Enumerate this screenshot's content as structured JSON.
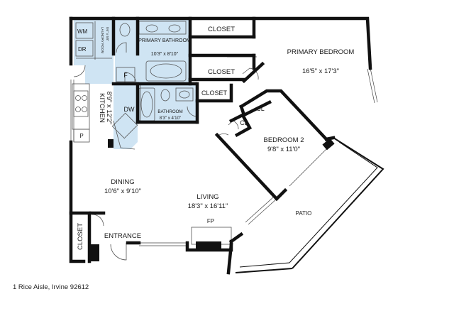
{
  "rooms": {
    "washer": "WM",
    "dryer": "DR",
    "laundry_name": "LAUNDRY ROOM",
    "laundry_dims": "5'6\" x 5'8\"",
    "primary_bath_name": "PRIMARY BATHROOM",
    "primary_bath_dims": "10'3\" x 8'10\"",
    "closet_top": "CLOSET",
    "closet_middle": "CLOSET",
    "closet_small": "CLOSET",
    "primary_bedroom_name": "PRIMARY BEDROOM",
    "primary_bedroom_dims": "16'5\" x 17'3\"",
    "freezer": "F",
    "kitchen_name": "KITCHEN",
    "kitchen_dims": "8'9\" x 12'2\"",
    "dishwasher": "DW",
    "bath_name": "BATHROOM",
    "bath_dims": "8'3\" x 4'10\"",
    "cl_upper": "CL",
    "cl_lower": "CL",
    "bedroom2_name": "BEDROOM 2",
    "bedroom2_dims": "9'8\" x 11'0\"",
    "pantry": "P",
    "dining_name": "DINING",
    "dining_dims": "10'6\" x 9'10\"",
    "living_name": "LIVING",
    "living_dims": "18'3\" x 16'11\"",
    "patio_name": "PATIO",
    "fireplace": "FP",
    "closet_entry": "CLOSET",
    "entrance_name": "ENTRANCE"
  },
  "address": "1 Rice Aisle, Irvine 92612",
  "colors": {
    "wall": "#111111",
    "wet_area": "#cfe4f3",
    "thin_line": "#555555"
  }
}
